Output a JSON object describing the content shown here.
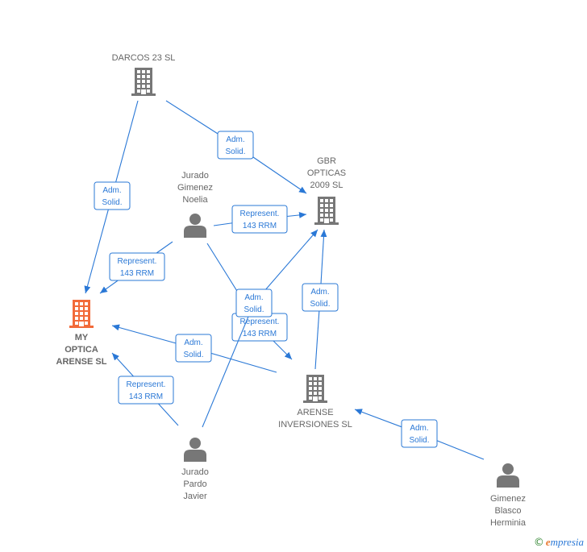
{
  "colors": {
    "edge": "#2a78d6",
    "node_gray": "#777777",
    "node_focus": "#f26b3a",
    "label": "#666666"
  },
  "nodes": [
    {
      "id": "darcos",
      "type": "company",
      "focus": false,
      "label_lines": [
        "DARCOS 23  SL"
      ],
      "icon": "building-icon"
    },
    {
      "id": "gbr",
      "type": "company",
      "focus": false,
      "label_lines": [
        "GBR",
        "OPTICAS",
        "2009 SL"
      ],
      "icon": "building-icon"
    },
    {
      "id": "noelia",
      "type": "person",
      "focus": false,
      "label_lines": [
        "Jurado",
        "Gimenez",
        "Noelia"
      ],
      "icon": "person-icon"
    },
    {
      "id": "myoptica",
      "type": "company",
      "focus": true,
      "label_lines": [
        "MY",
        "OPTICA",
        "ARENSE  SL"
      ],
      "icon": "building-icon"
    },
    {
      "id": "arense",
      "type": "company",
      "focus": false,
      "label_lines": [
        "ARENSE",
        "INVERSIONES SL"
      ],
      "icon": "building-icon"
    },
    {
      "id": "javier",
      "type": "person",
      "focus": false,
      "label_lines": [
        "Jurado",
        "Pardo",
        "Javier"
      ],
      "icon": "person-icon"
    },
    {
      "id": "herminia",
      "type": "person",
      "focus": false,
      "label_lines": [
        "Gimenez",
        "Blasco",
        "Herminia"
      ],
      "icon": "person-icon"
    }
  ],
  "edges": [
    {
      "id": "darcos-gbr",
      "label_lines": [
        "Adm.",
        "Solid."
      ]
    },
    {
      "id": "darcos-myoptica",
      "label_lines": [
        "Adm.",
        "Solid."
      ]
    },
    {
      "id": "noelia-gbr",
      "label_lines": [
        "Represent.",
        "143 RRM"
      ]
    },
    {
      "id": "noelia-myoptica",
      "label_lines": [
        "Represent.",
        "143 RRM"
      ]
    },
    {
      "id": "noelia-arense",
      "label_lines": [
        "Represent.",
        "143 RRM"
      ]
    },
    {
      "id": "javier-gbr",
      "label_lines": [
        "Adm.",
        "Solid."
      ]
    },
    {
      "id": "arense-gbr",
      "label_lines": [
        "Adm.",
        "Solid."
      ]
    },
    {
      "id": "arense-myoptica",
      "label_lines": [
        "Adm.",
        "Solid."
      ]
    },
    {
      "id": "javier-myoptica",
      "label_lines": [
        "Represent.",
        "143 RRM"
      ]
    },
    {
      "id": "herminia-arense",
      "label_lines": [
        "Adm.",
        "Solid."
      ]
    }
  ],
  "footer": {
    "copyright": "©",
    "brand_initial": "e",
    "brand_rest": "mpresia"
  }
}
